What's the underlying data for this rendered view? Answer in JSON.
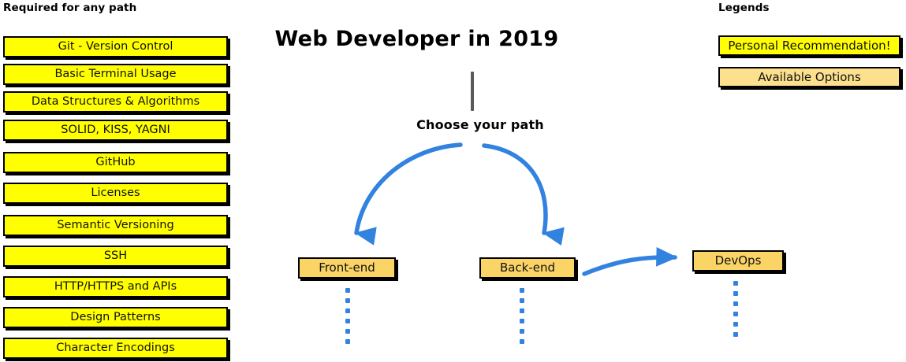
{
  "left_column": {
    "heading": "Required for any path",
    "items": [
      {
        "label": "Git - Version Control"
      },
      {
        "label": "Basic Terminal Usage"
      },
      {
        "label": "Data Structures & Algorithms"
      },
      {
        "label": "SOLID, KISS, YAGNI"
      },
      {
        "label": "GitHub"
      },
      {
        "label": "Licenses"
      },
      {
        "label": "Semantic Versioning"
      },
      {
        "label": "SSH"
      },
      {
        "label": "HTTP/HTTPS and APIs"
      },
      {
        "label": "Design Patterns"
      },
      {
        "label": "Character Encodings"
      }
    ]
  },
  "center": {
    "title": "Web Developer in 2019",
    "choose_label": "Choose your path",
    "paths": [
      {
        "label": "Front-end"
      },
      {
        "label": "Back-end"
      },
      {
        "label": "DevOps"
      }
    ]
  },
  "legend": {
    "heading": "Legends",
    "items": [
      {
        "label": "Personal Recommendation!",
        "color": "#ffff00"
      },
      {
        "label": "Available Options",
        "color": "#fce08e"
      }
    ]
  },
  "colors": {
    "recommended_yellow": "#ffff00",
    "option_orange": "#fbd466",
    "legend_option_fill": "#fce08e",
    "arrow_blue": "#3282e0",
    "stem_gray": "#5a5a5a",
    "outline_black": "#000000",
    "background": "#ffffff"
  },
  "dots": {
    "front_end_count": 6,
    "back_end_count": 6,
    "devops_count": 6
  }
}
